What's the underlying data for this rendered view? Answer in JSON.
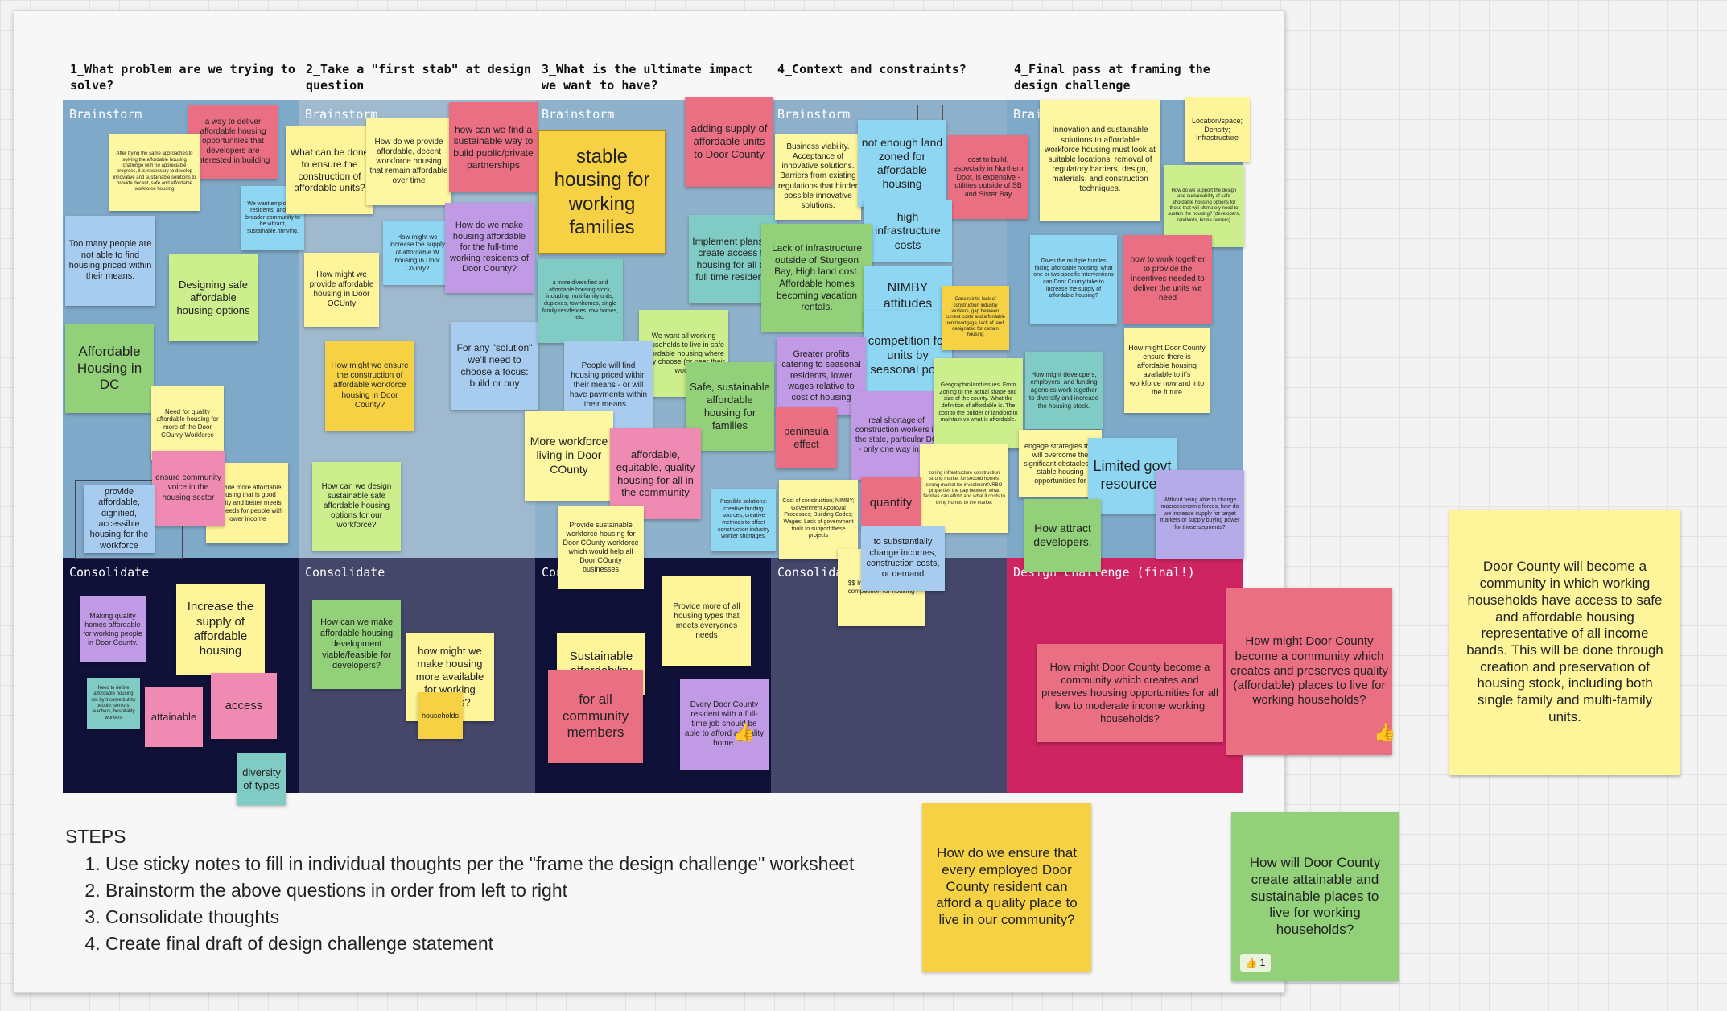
{
  "questions": [
    "1_What problem are we trying to solve?",
    "2_Take a \"first stab\" at design question",
    "3_What is the ultimate impact we want to have?",
    "4_Context and constraints?",
    "4_Final pass at framing the design challenge"
  ],
  "panel_labels": {
    "brainstorm": "Brainstorm",
    "consolidate": "Consolidate",
    "design": "Design challenge (final!)"
  },
  "notes": [
    {
      "t": "a way to deliver affordable housing opportunities that developers are interested in building"
    },
    {
      "t": "After trying the same approaches to solving the affordable housing challenge with no appreciable progress, it is necessary to develop innovative and sustainable solutions to provide decent, safe and affordable workforce housing"
    },
    {
      "t": "We want employers, residents, and the broader community to be vibrant, sustainable, thriving."
    },
    {
      "t": "Too many people are not able to find housing priced within their means."
    },
    {
      "t": "Designing safe affordable housing options"
    },
    {
      "t": "Affordable Housing in DC"
    },
    {
      "t": "Need for quality affordable housing for more of the Door COunty Workforce"
    },
    {
      "t": "Provide more affordable housing that is good quality and better meets the needs for people with lower income"
    },
    {
      "t": "ensure community voice in the housing sector"
    },
    {
      "t": "provide affordable, dignified, accessible housing for the workforce"
    },
    {
      "t": "What can be done to ensure the construction of affordable units?"
    },
    {
      "t": "How do we provide affordable, decent workforce housing that remain affordable over time"
    },
    {
      "t": "how can we find a sustainable way to build public/private partnerships"
    },
    {
      "t": "How might we increase the supply of affordable W housing in Door County?"
    },
    {
      "t": "How might we provide affordable housing in Door OCUnty"
    },
    {
      "t": "How do we make housing affordable for the full-time working residents of Door County?"
    },
    {
      "t": "For any \"solution\" we'll need to choose a focus: build or buy"
    },
    {
      "t": "How might we ensure the construction of affordable workforce housing in Door County?"
    },
    {
      "t": "How can we design sustainable safe affordable housing options for our workforce?"
    },
    {
      "t": "stable housing for working families"
    },
    {
      "t": "adding supply of affordable units to Door County"
    },
    {
      "t": "a more diversified and affordable housing stock, including multi-family units, duplexes, townhomes, single family residences, row homes, etc."
    },
    {
      "t": "Implement plans to create access to housing for all dc full time residents"
    },
    {
      "t": "We want all working households to live in safe affordable housing where they choose (or near their work)"
    },
    {
      "t": "People will find housing priced within their means - or will have payments within their means..."
    },
    {
      "t": "Safe, sustainable affordable housing for families"
    },
    {
      "t": "More workforce living in Door COunty"
    },
    {
      "t": "affordable, equitable, quality housing for all in the community"
    },
    {
      "t": "Provide sustainable workforce housing for Door COunty workforce which would help all Door COunty businesses"
    },
    {
      "t": "Business viability. Acceptance of innovative solutions. Barriers from existing regulations that hinder possible innovative solutions."
    },
    {
      "t": "not enough land zoned for affordable housing"
    },
    {
      "t": "cost to build, especially in Northern Door, is expensive -utilities outside of SB and Sister Bay"
    },
    {
      "t": "high infrastructure costs"
    },
    {
      "t": "Lack of infrastructure outside of Sturgeon Bay, High land cost. Affordable homes becoming vacation rentals."
    },
    {
      "t": "NIMBY attitudes"
    },
    {
      "t": "competition for units by seasonal pop."
    },
    {
      "t": "Constraints: lack of construction industry workers, gap between current costs and affordable rent/mortgage, lack of land designated for certain housing"
    },
    {
      "t": "Greater profits catering to seasonal residents, lower wages relative to cost of housing"
    },
    {
      "t": "peninsula effect"
    },
    {
      "t": "real shortage of construction workers in the state, particular DC - only one way in, out"
    },
    {
      "t": "Geographic/land issues. From Zoning to the actual shape and size of the county. What the definition of affordable is. The cost to the builder or landlord to maintain vs what is affordable."
    },
    {
      "t": "zoning infrastructure construction strong market for second homes strong market for investment/VRBO properties the gap between what families can afford and what it costs to bring homes to the market"
    },
    {
      "t": "quantity"
    },
    {
      "t": "Possible solutions: creative funding sources, creative methods to offset construction industry worker shortages."
    },
    {
      "t": "Cost of construction; NIMBY; Government Approval Processes; Building Codes; Wages; Lack of government tools to support these projects"
    },
    {
      "t": "$$ Infrastructure tourist competition for housing"
    },
    {
      "t": "to substantially change incomes, construction costs, or demand"
    },
    {
      "t": "Innovation and sustainable solutions to affordable workforce housing must look at suitable locations, removal of regulatory barriers, design, materials, and construction techniques."
    },
    {
      "t": "Location/space; Density; Infrastructure"
    },
    {
      "t": "How do we support the design and sustainability of safe affordable housing options for those that will ultimately need to sustain the housing? (developers, landlords, home owners)"
    },
    {
      "t": "Given the multiple hurdles facing affordable housing, what one or two specific interventions can Door County take to increase the supply of affordable housing?"
    },
    {
      "t": "how to work together to provide the incentives needed to deliver the units we need"
    },
    {
      "t": "How might Door County ensure there is affordable housing available to it's workforce now and into the future"
    },
    {
      "t": "How might developers, employers, and funding agencies work together to diversify and increase the housing stock."
    },
    {
      "t": "engage strategies that will overcome the significant obstacles to stable housing opportunities for"
    },
    {
      "t": "Limited govt resources"
    },
    {
      "t": "How attract developers."
    },
    {
      "t": "Without being able to change macroeconomic forces, how do we increase supply for target markets or supply buying power for those segments?"
    },
    {
      "t": "Making quality homes affordable for working people in Door County."
    },
    {
      "t": "Increase the supply of affordable housing"
    },
    {
      "t": "Need to define affordable housing not by income but by people: seniors, teachers, hospitality workers"
    },
    {
      "t": "attainable"
    },
    {
      "t": "access"
    },
    {
      "t": "diversity of types"
    },
    {
      "t": "How can we make affordable housing development viable/feasible for developers?"
    },
    {
      "t": "how might we make housing more available for working families?"
    },
    {
      "t": "households"
    },
    {
      "t": "Provide more of all housing types that meets everyones needs"
    },
    {
      "t": "Sustainable affordability"
    },
    {
      "t": "for all community members"
    },
    {
      "t": "Every Door County resident with a full-time job should be able to afford a quality home."
    },
    {
      "t": "How might Door County become a community which creates and preserves housing opportunities for all low to moderate income working households?"
    },
    {
      "t": "How might Door County become a community which creates and preserves quality (affordable) places to live for working households?"
    },
    {
      "t": "Door County will become a community in which working households have access to safe and affordable housing representative of all income bands.  This will be done through creation and preservation of housing stock, including both single family and multi-family units."
    },
    {
      "t": "How do we ensure that every employed Door County resident can afford a quality place to live in our community?"
    },
    {
      "t": "How will Door County create attainable and sustainable places to live for working households?"
    }
  ],
  "steps": {
    "title": "STEPS",
    "items": [
      "Use sticky notes to fill in individual thoughts per the \"frame the design challenge\" worksheet",
      "Brainstorm the above questions in order from left to right",
      "Consolidate thoughts",
      "Create final draft of design challenge statement"
    ]
  },
  "reaction": {
    "count": "1"
  },
  "colors": {
    "brainstorm_1": "#7fa9c8",
    "brainstorm_2": "#9fb9cf",
    "brainstorm_3": "#8fb2cc",
    "brainstorm_4": "#8eb0cb",
    "brainstorm_5": "#7fa9c8",
    "consolidate_1": "#0f1138",
    "consolidate_2": "#44466a",
    "consolidate_3": "#0f1138",
    "consolidate_4": "#44466a",
    "design": "#cf2462"
  }
}
